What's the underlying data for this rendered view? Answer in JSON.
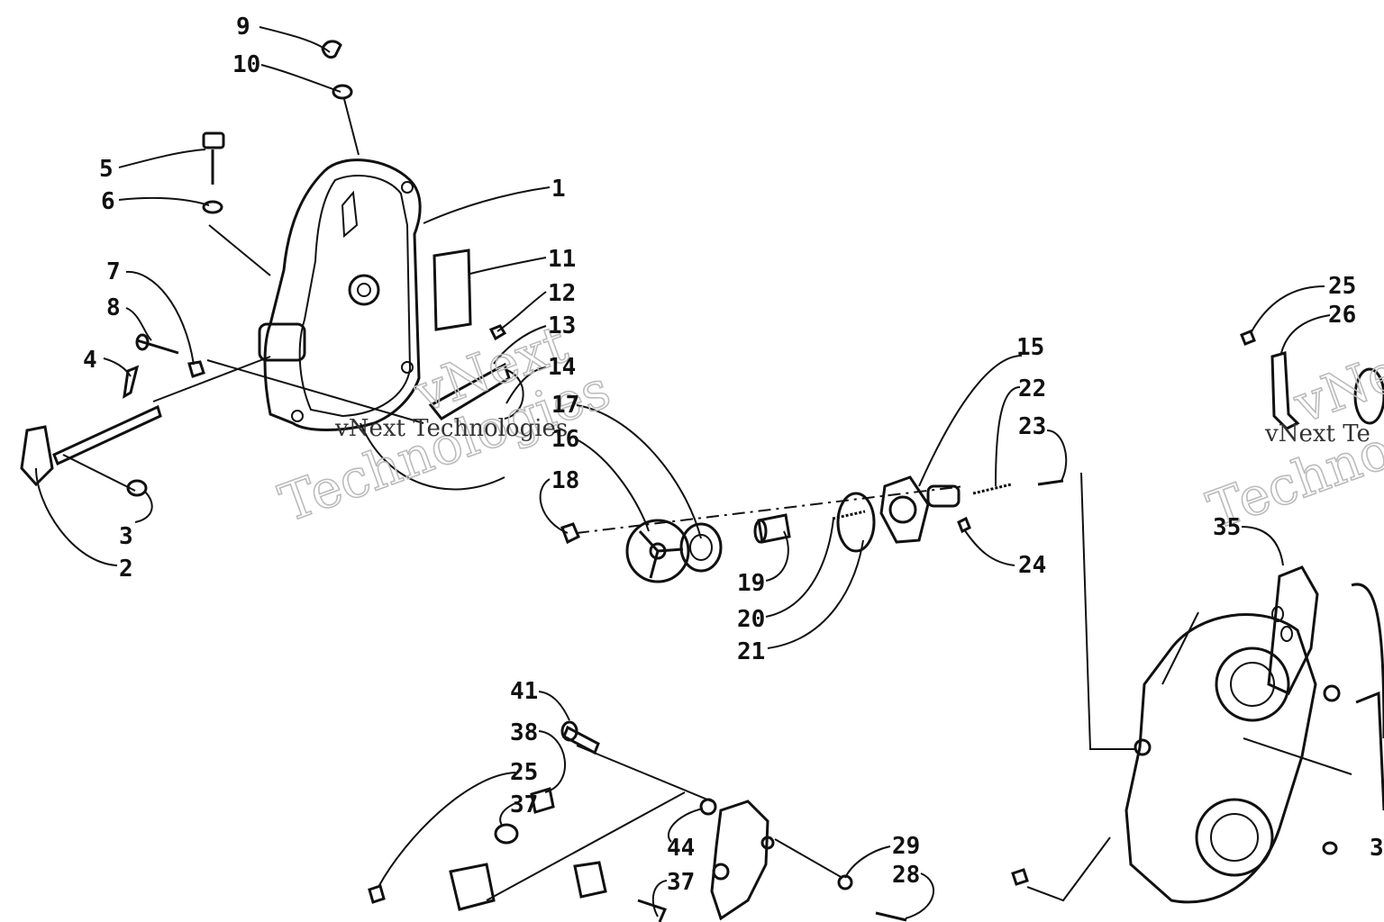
{
  "diagram": {
    "labels": [
      "9",
      "10",
      "5",
      "6",
      "1",
      "11",
      "12",
      "13",
      "14",
      "7",
      "8",
      "4",
      "3",
      "2",
      "17",
      "16",
      "18",
      "15",
      "22",
      "23",
      "24",
      "19",
      "20",
      "21",
      "25",
      "26",
      "35",
      "41",
      "38",
      "25",
      "37",
      "44",
      "37",
      "29",
      "28",
      "3"
    ]
  },
  "watermark": {
    "line1": "vNext",
    "line2": "Technologies",
    "small": "vNext Technologies",
    "right_small": "vNext Te",
    "right_big": "Techno",
    "right_top": "vNe"
  }
}
